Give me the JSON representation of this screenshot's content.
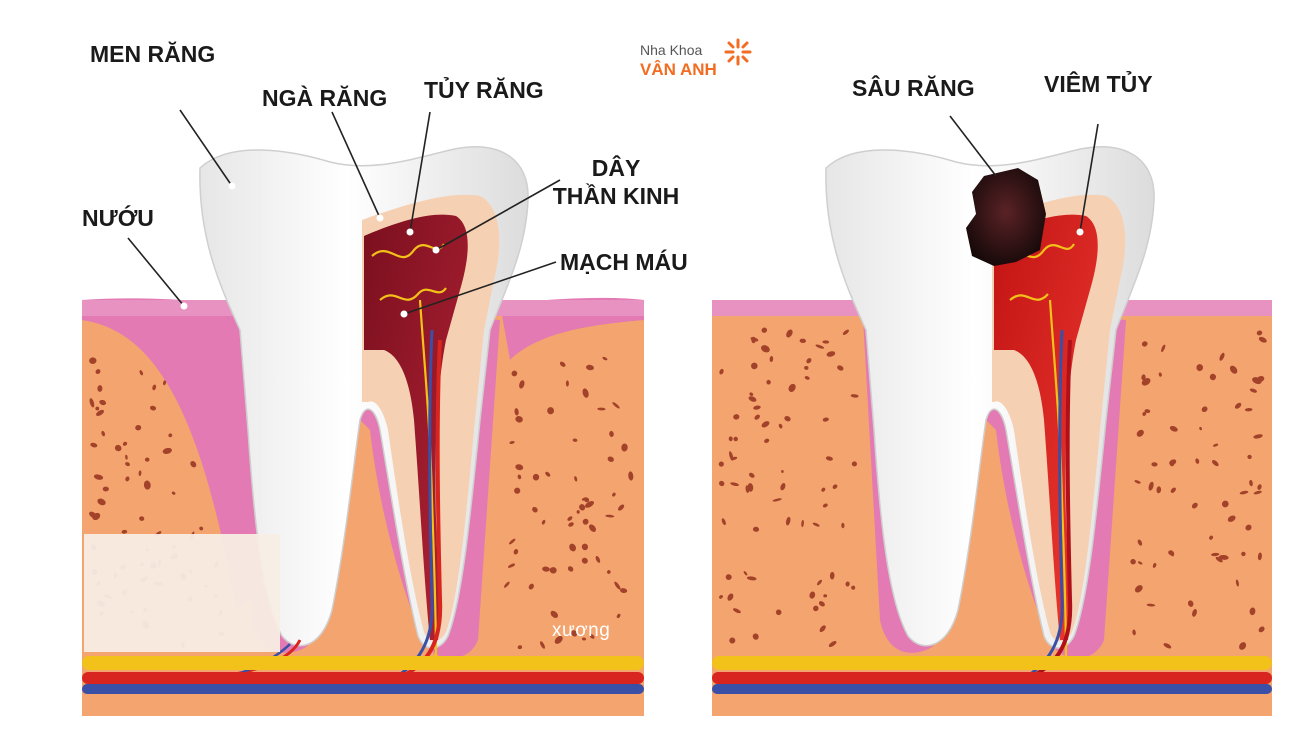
{
  "logo": {
    "line1": "Nha Khoa",
    "line2": "VÂN ANH",
    "color": "#f26c22"
  },
  "left_tooth": {
    "labels": {
      "enamel": "MEN RĂNG",
      "dentin": "NGÀ RĂNG",
      "pulp": "TỦY RĂNG",
      "nerve_line1": "DÂY",
      "nerve_line2": "THẦN KINH",
      "blood_vessel": "MẠCH MÁU",
      "gum": "NƯỚU",
      "bone": "xương"
    }
  },
  "right_tooth": {
    "labels": {
      "caries": "SÂU RĂNG",
      "pulpitis": "VIÊM TỦY"
    }
  },
  "colors": {
    "bone": "#f4a46e",
    "bone_pores": "#a3422a",
    "gum": "#e37ab4",
    "enamel": "#f3f3f3",
    "dentin": "#f6d0b2",
    "pulp": "#9e1a2c",
    "inflamed_pulp": "#e02a2a",
    "caries": "#2a1214",
    "nerve": "#f2c21a",
    "artery": "#d8251f",
    "vein": "#3a4fa6"
  }
}
